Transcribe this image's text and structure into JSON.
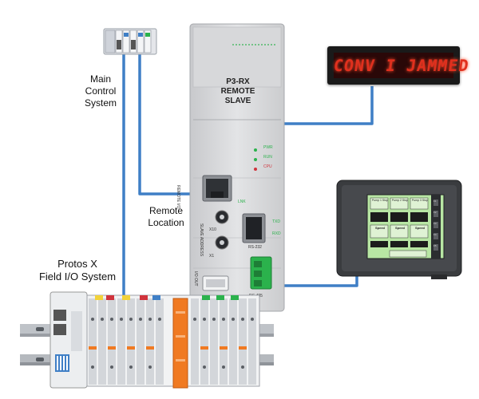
{
  "labels": {
    "main_control_line1": "Main",
    "main_control_line2": "Control",
    "main_control_line3": "System",
    "remote_location_line1": "Remote",
    "remote_location_line2": "Location",
    "protos_line1": "Protos X",
    "protos_line2": "Field I/O System"
  },
  "module": {
    "title_line1": "P3-RX",
    "title_line2": "REMOTE SLAVE",
    "led_pwr": "PWR",
    "led_run": "RUN",
    "led_cpu": "CPU",
    "remote_io": "REMOTE I/O",
    "slave_address": "SLAVE ADDRESS",
    "x10": "X10",
    "x1": "X1",
    "rs232": "RS-232",
    "rs485": "RS-485",
    "io_out": "I/O OUT",
    "lnk": "LNK",
    "txd": "TXD",
    "rxd": "RXD"
  },
  "sign": {
    "message": "CONV I JAMMED"
  },
  "hmi": {
    "cells": [
      "Pump 1 Stop",
      "Pump 2 Stop",
      "Pump 3 Stop"
    ],
    "speed_label": "Speed",
    "side_buttons": [
      "F1",
      "F2",
      "F3",
      "F4",
      "F5"
    ]
  },
  "colors": {
    "cable": "#3f7fc6",
    "sign_bg": "#1a1a1a",
    "sign_text": "#e0301e",
    "module_body": "#d9dadc",
    "io_orange": "#f07a22",
    "rs485_green": "#2bb24c",
    "hmi_screen": "#b8e6a4"
  }
}
